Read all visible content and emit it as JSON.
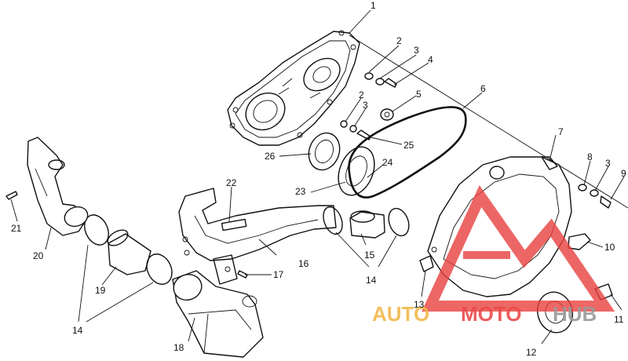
{
  "callouts": {
    "c1": "1",
    "c2a": "2",
    "c3a": "3",
    "c4": "4",
    "c5": "5",
    "c6": "6",
    "c2b": "2",
    "c3b": "3",
    "c25": "25",
    "c26": "26",
    "c24": "24",
    "c23": "23",
    "c22": "22",
    "c7": "7",
    "c8": "8",
    "c3c": "3",
    "c9": "9",
    "c10": "10",
    "c11": "11",
    "c12": "12",
    "c13": "13",
    "c14a": "14",
    "c15": "15",
    "c16": "16",
    "c17": "17",
    "c18": "18",
    "c19": "19",
    "c20": "20",
    "c21": "21",
    "c14b": "14"
  },
  "watermark": {
    "word_a": "AUTO",
    "word_b": "MOTO",
    "word_c": "HUB",
    "colors": {
      "a": "#f2b84b",
      "b": "#ea4b4b",
      "c": "#9a9a9a",
      "logo": "#e8413f"
    }
  }
}
